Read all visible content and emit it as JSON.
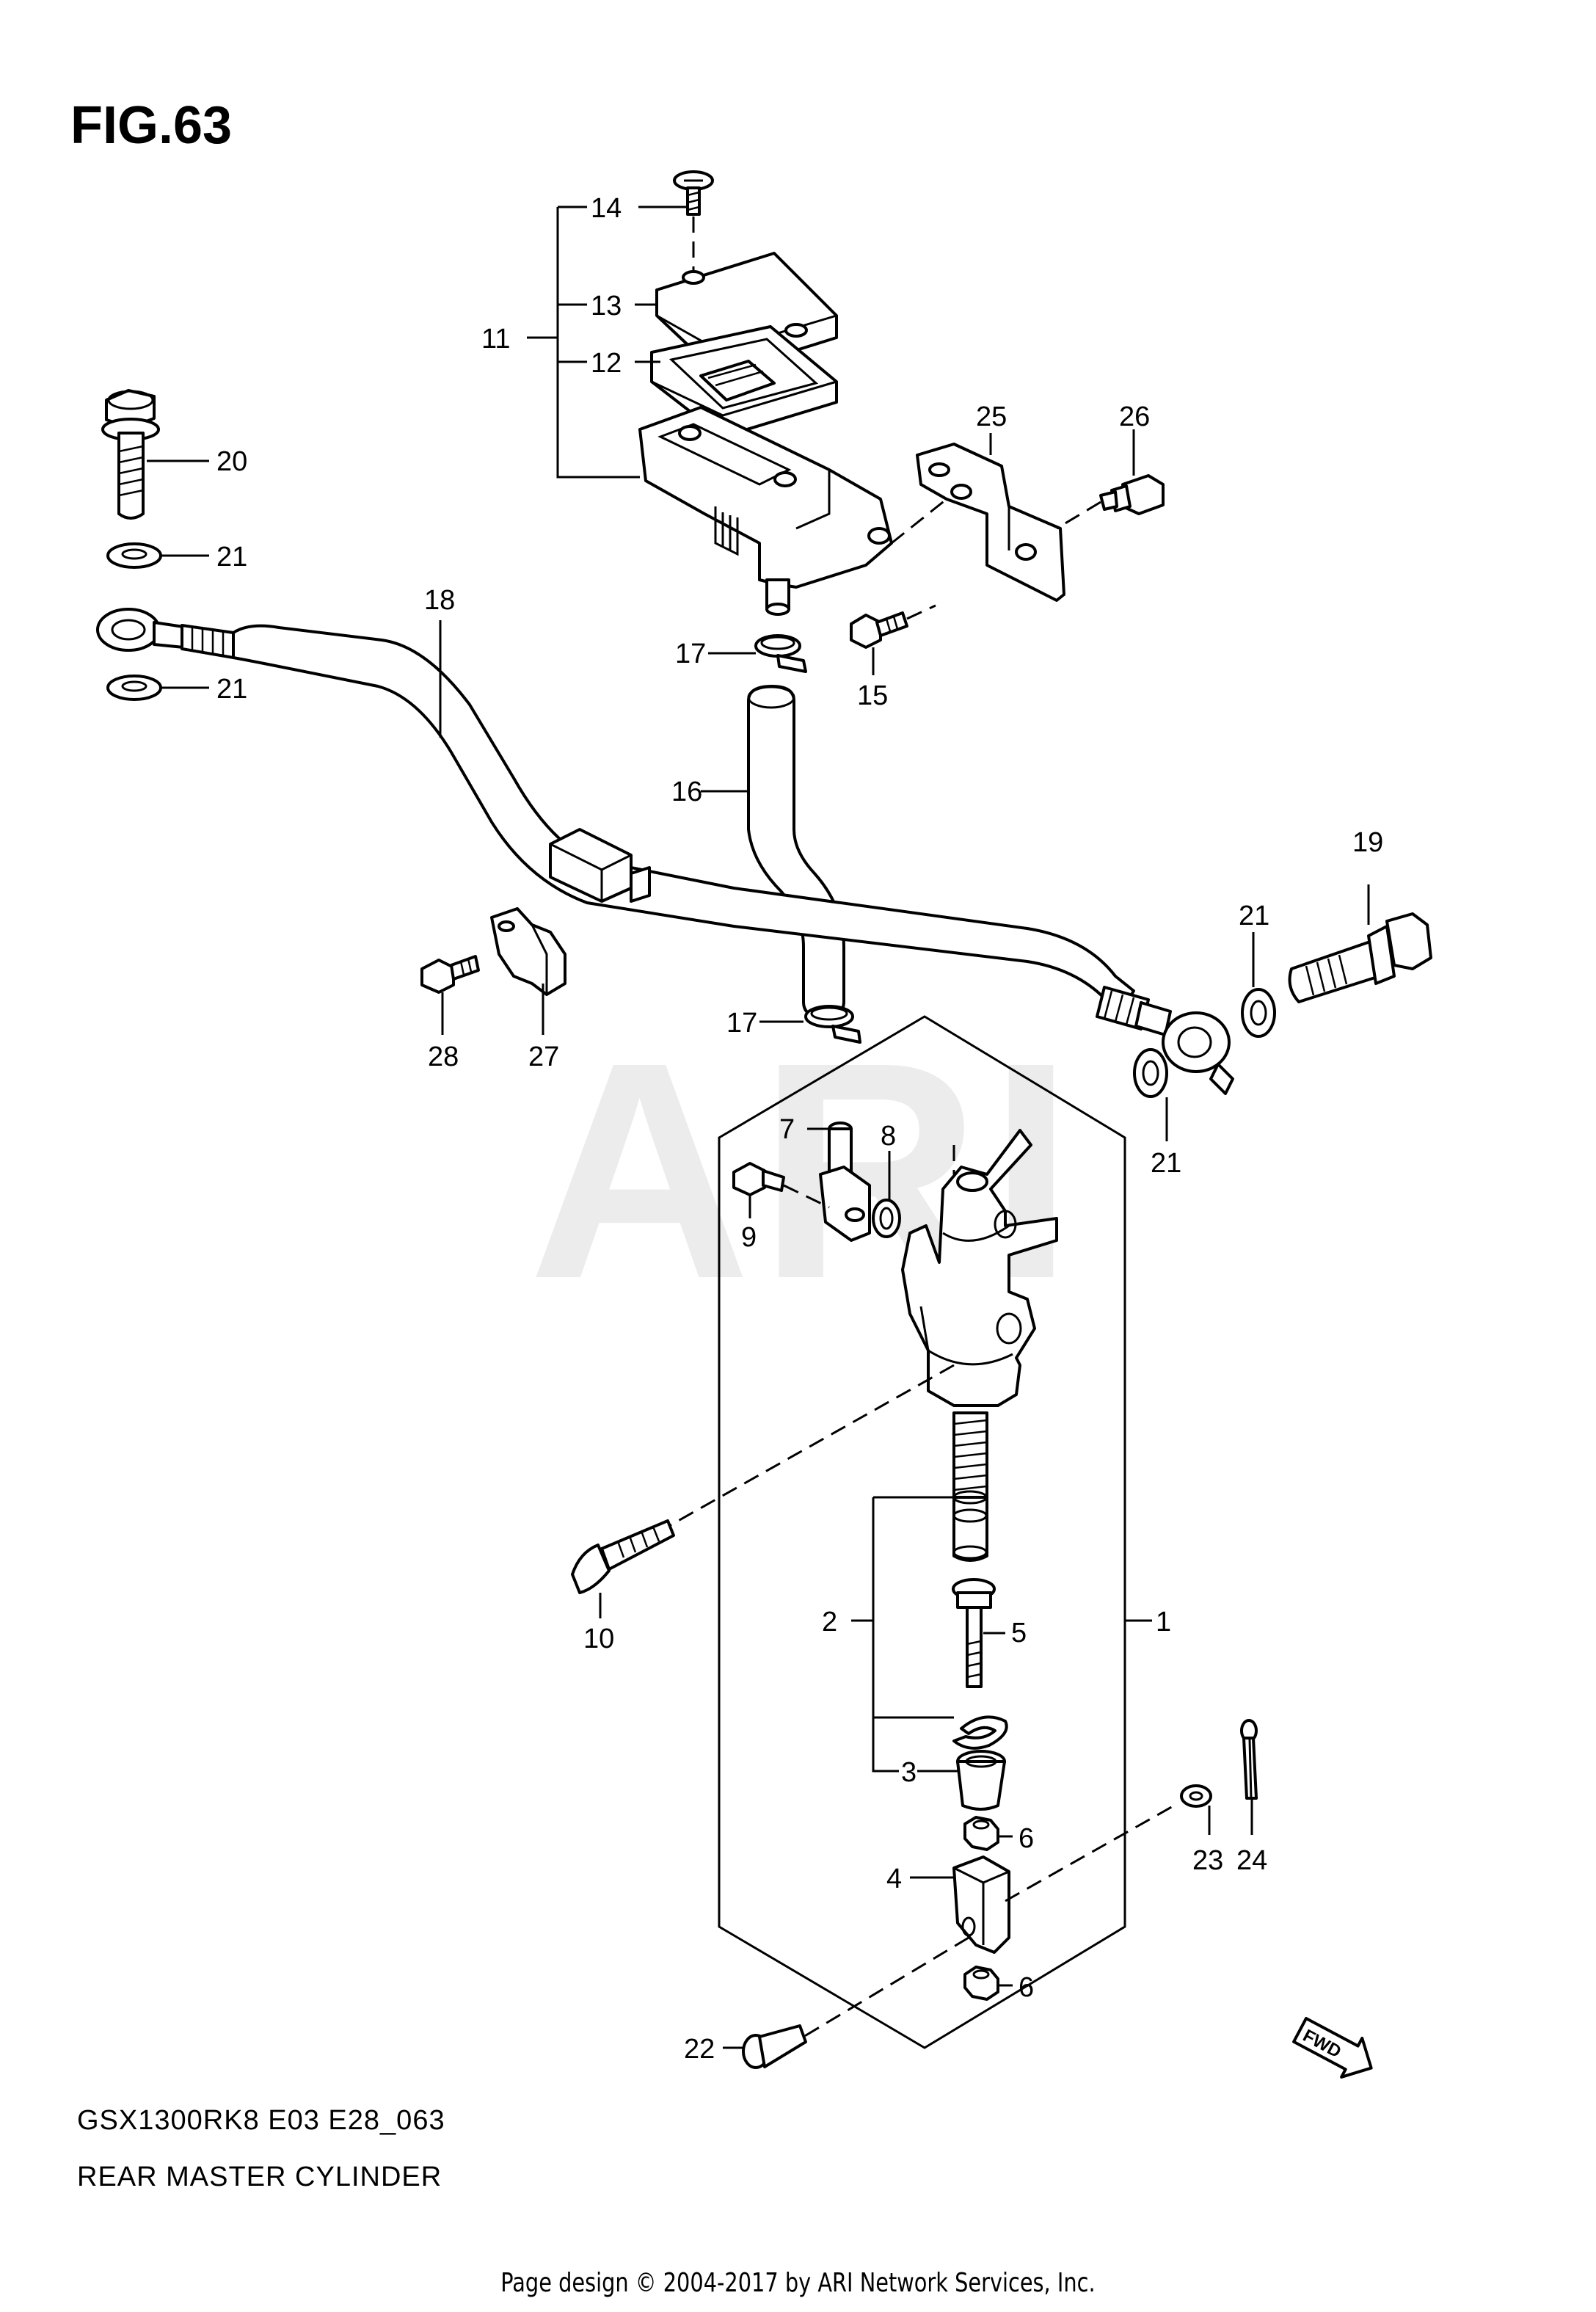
{
  "figure": {
    "title": "FIG.63",
    "model_code": "GSX1300RK8 E03 E28_063",
    "caption": "REAR MASTER CYLINDER",
    "footer": "Page design © 2004-2017 by ARI Network Services, Inc.",
    "watermark": "ARI",
    "fwd_label": "FWD"
  },
  "callouts": [
    {
      "id": "1",
      "label": "1"
    },
    {
      "id": "2",
      "label": "2"
    },
    {
      "id": "3",
      "label": "3"
    },
    {
      "id": "4",
      "label": "4"
    },
    {
      "id": "5",
      "label": "5"
    },
    {
      "id": "6a",
      "label": "6"
    },
    {
      "id": "6b",
      "label": "6"
    },
    {
      "id": "7",
      "label": "7"
    },
    {
      "id": "8",
      "label": "8"
    },
    {
      "id": "9",
      "label": "9"
    },
    {
      "id": "10",
      "label": "10"
    },
    {
      "id": "11",
      "label": "11"
    },
    {
      "id": "12",
      "label": "12"
    },
    {
      "id": "13",
      "label": "13"
    },
    {
      "id": "14",
      "label": "14"
    },
    {
      "id": "15",
      "label": "15"
    },
    {
      "id": "16",
      "label": "16"
    },
    {
      "id": "17a",
      "label": "17"
    },
    {
      "id": "17b",
      "label": "17"
    },
    {
      "id": "18",
      "label": "18"
    },
    {
      "id": "19",
      "label": "19"
    },
    {
      "id": "20",
      "label": "20"
    },
    {
      "id": "21a",
      "label": "21"
    },
    {
      "id": "21b",
      "label": "21"
    },
    {
      "id": "21c",
      "label": "21"
    },
    {
      "id": "21d",
      "label": "21"
    },
    {
      "id": "22",
      "label": "22"
    },
    {
      "id": "23",
      "label": "23"
    },
    {
      "id": "24",
      "label": "24"
    },
    {
      "id": "25",
      "label": "25"
    },
    {
      "id": "26",
      "label": "26"
    },
    {
      "id": "27",
      "label": "27"
    },
    {
      "id": "28",
      "label": "28"
    }
  ]
}
